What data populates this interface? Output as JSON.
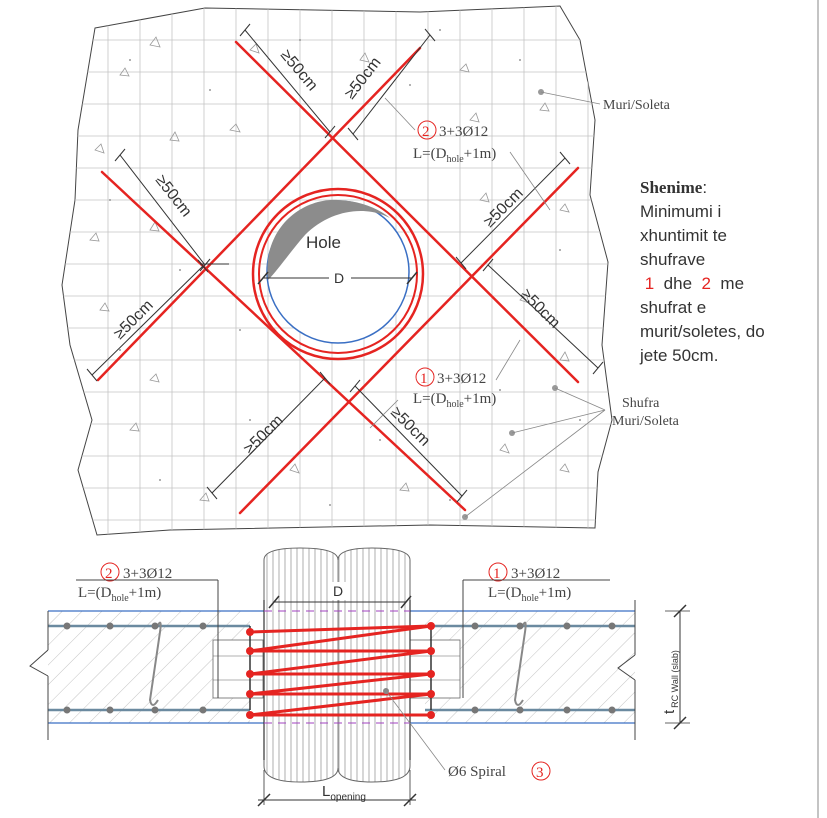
{
  "plan": {
    "labels": {
      "hole": "Hole",
      "diameter": "D",
      "wall_slab": "Muri/Soleta",
      "bars_1": "Shufra",
      "bars_2": "Muri/Soleta"
    },
    "dims": {
      "d1": "≥50cm",
      "d2": "≥50cm",
      "d3": "≥50cm",
      "d4": "≥50cm",
      "d5": "≥50cm",
      "d6": "≥50cm",
      "d7": "≥50cm",
      "d8": "≥50cm"
    },
    "callout2": {
      "num": "2",
      "bars": "3+3Ø12",
      "len_prefix": "L=(D",
      "len_sub": "hole",
      "len_suffix": "+1m)"
    },
    "callout1": {
      "num": "1",
      "bars": "3+3Ø12",
      "len_prefix": "L=(D",
      "len_sub": "hole",
      "len_suffix": "+1m)"
    }
  },
  "note": {
    "title": "Shenime",
    "line1": "Minimumi i",
    "line2": "xhuntimit te",
    "line3": "shufrave",
    "num1": "1",
    "dhe": "dhe",
    "num2": "2",
    "me": "me",
    "line5": "shufrat e",
    "line6": "murit/soletes, do",
    "line7": "jete 50cm."
  },
  "section": {
    "left_callout": {
      "num": "2",
      "bars": "3+3Ø12",
      "len_prefix": "L=(D",
      "len_sub": "hole",
      "len_suffix": "+1m)"
    },
    "right_callout": {
      "num": "1",
      "bars": "3+3Ø12",
      "len_prefix": "L=(D",
      "len_sub": "hole",
      "len_suffix": "+1m)"
    },
    "diameter": "D",
    "spiral_label": "Ø6 Spiral",
    "spiral_num": "3",
    "opening_main": "L",
    "opening_sub": "opening",
    "thickness_main": "t",
    "thickness_sub": "RC Wall (slab)"
  },
  "colors": {
    "rebar": "#e52421",
    "hole_blue": "#3a6fc4",
    "leader": "#888888",
    "outline": "#333333"
  }
}
